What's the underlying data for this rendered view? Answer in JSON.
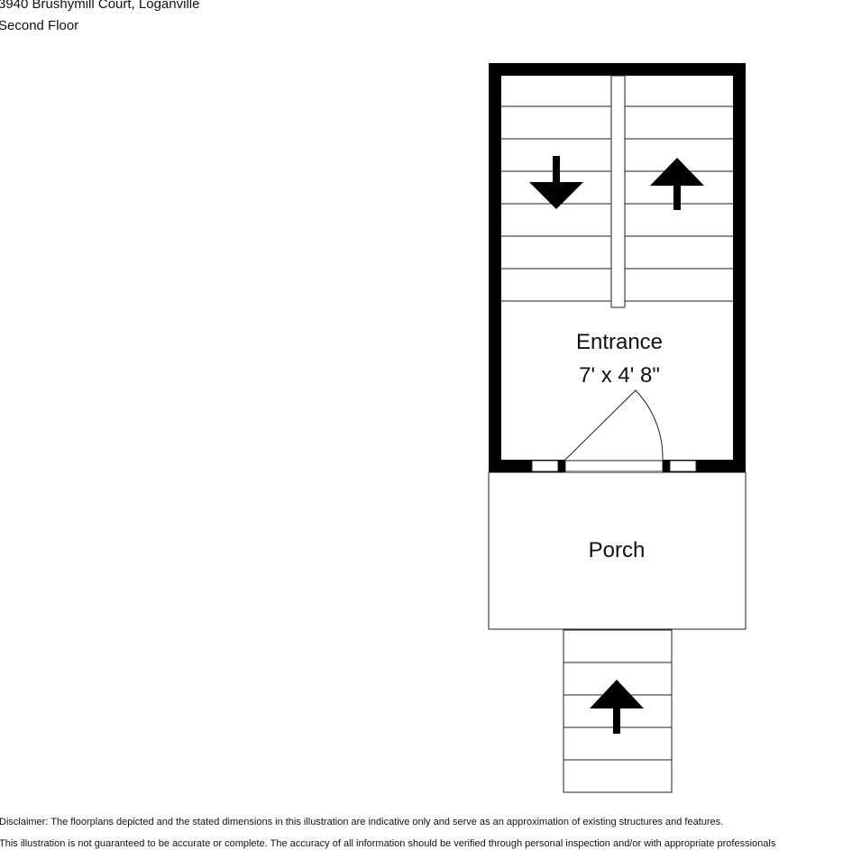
{
  "header": {
    "address": "3940 Brushymill Court, Loganville",
    "floor": "Second Floor"
  },
  "rooms": {
    "entrance": {
      "name": "Entrance",
      "dims": "7' x 4' 8\""
    },
    "porch": {
      "name": "Porch"
    }
  },
  "disclaimer": {
    "line1": "Disclaimer: The floorplans depicted and the stated dimensions in this illustration are indicative only and serve as an approximation of existing structures and features.",
    "line2": "This illustration is not guaranteed to be accurate or complete. The accuracy of all information should be verified through personal inspection and/or with appropriate professionals"
  },
  "colors": {
    "wall": "#000000",
    "line": "#222222",
    "background": "#ffffff"
  },
  "icons": [
    "arrow-down-icon",
    "arrow-up-icon"
  ]
}
